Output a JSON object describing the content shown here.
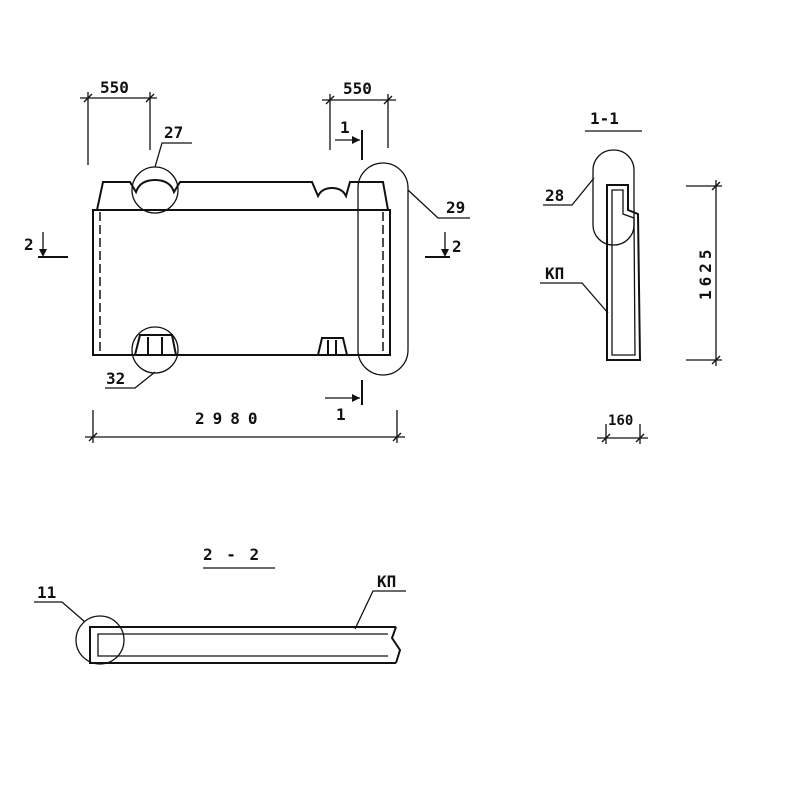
{
  "front_view": {
    "dim_left_top": "550",
    "dim_right_top": "550",
    "dim_overall_width": "2980",
    "callout_top_notch": "27",
    "callout_bottom_notch": "32",
    "callout_end": "29",
    "section_mark_1_top": "1",
    "section_mark_1_bottom": "1",
    "section_mark_2_left": "2",
    "section_mark_2_right": "2"
  },
  "section_1_1": {
    "title": "1-1",
    "callout_top": "28",
    "label_kp": "КП",
    "dim_height": "1625",
    "dim_thickness": "160"
  },
  "section_2_2": {
    "title": "2 - 2",
    "callout_end": "11",
    "label_kp": "КП"
  }
}
